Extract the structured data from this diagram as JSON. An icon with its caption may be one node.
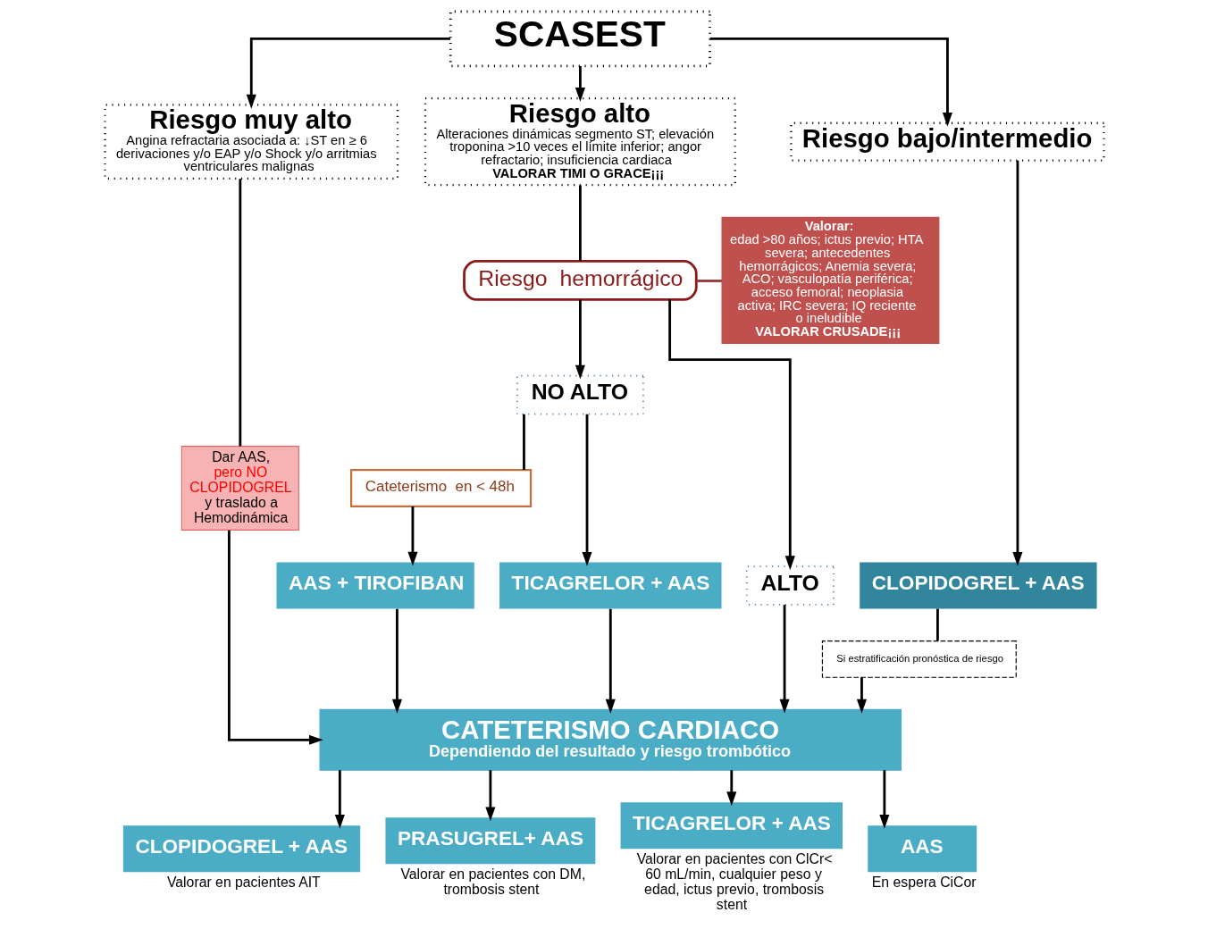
{
  "diagram": {
    "nodes": [
      {
        "text": [
          "SCASEST"
        ]
      },
      {
        "text": [
          "Riesgo muy alto",
          "Angina refractaria asociada a: ↓ST en ≥ 6 derivaciones y/o EAP y/o Shock y/o arritmias ventriculares malignas"
        ]
      },
      {
        "text": [
          "Riesgo alto",
          "Alteraciones dinámicas segmento ST; elevación troponina >10 veces el límite inferior; angor refractario; insuficiencia cardiaca",
          "VALORAR TIMI O GRACE¡¡¡"
        ]
      },
      {
        "text": [
          "Riesgo bajo/intermedio"
        ]
      },
      {
        "text": [
          "Dar AAS,",
          "pero NO CLOPIDOGREL",
          "y traslado a Hemodinámica"
        ]
      },
      {
        "text": [
          "Riesgo  hemorrágico"
        ]
      },
      {
        "text": [
          "Valorar:",
          "edad >80 años; ictus previo; HTA severa; antecedentes hemorrágicos; Anemia severa; ACO; vasculopatía periférica; acceso femoral; neoplasia activa; IRC severa; IQ reciente o ineludible",
          "VALORAR CRUSADE¡¡¡"
        ]
      },
      {
        "text": [
          "NO ALTO"
        ]
      },
      {
        "text": [
          "ALTO"
        ]
      },
      {
        "text": [
          "Cateterismo  en < 48h"
        ]
      },
      {
        "text": [
          "TICAGRELOR + AAS"
        ]
      },
      {
        "text": [
          "AAS + TIROFIBAN"
        ]
      },
      {
        "text": [
          "CLOPIDOGREL + AAS"
        ]
      },
      {
        "text": [
          "Si estratificación pronóstica de riesgo"
        ]
      },
      {
        "text": [
          "CATETERISMO CARDIACO",
          "Dependiendo del resultado y riesgo trombótico"
        ]
      },
      {
        "text": [
          "CLOPIDOGREL + AAS"
        ],
        "beside": [
          "Valorar en pacientes AIT"
        ]
      },
      {
        "text": [
          "PRASUGREL+ AAS"
        ],
        "beside": [
          "Valorar en pacientes con DM, trombosis stent"
        ]
      },
      {
        "text": [
          "TICAGRELOR + AAS"
        ],
        "beside": [
          "Valorar en pacientes con ClCr< 60 mL/min, cualquier peso y edad, ictus previo, trombosis stent"
        ]
      },
      {
        "text": [
          "AAS"
        ],
        "beside": [
          "En espera CiCor"
        ]
      }
    ],
    "edges": [
      {
        "from": 0,
        "to": 1,
        "arrow": "to"
      },
      {
        "from": 0,
        "to": 2,
        "arrow": "to"
      },
      {
        "from": 0,
        "to": 3,
        "arrow": "to"
      },
      {
        "from": 1,
        "to": 4,
        "arrow": "none"
      },
      {
        "from": 4,
        "to": 14,
        "arrow": "to"
      },
      {
        "from": 2,
        "to": 5,
        "arrow": "none"
      },
      {
        "from": 5,
        "to": 6,
        "arrow": "none",
        "color": "#953735"
      },
      {
        "from": 5,
        "to": 7,
        "arrow": "to"
      },
      {
        "from": 5,
        "to": 8,
        "arrow": "to"
      },
      {
        "from": 7,
        "to": 10,
        "arrow": "to"
      },
      {
        "from": 7,
        "to": 9,
        "arrow": "none"
      },
      {
        "from": 9,
        "to": 11,
        "arrow": "to"
      },
      {
        "from": 8,
        "to": 14,
        "arrow": "to"
      },
      {
        "from": 3,
        "to": 12,
        "arrow": "to"
      },
      {
        "from": 10,
        "to": 14,
        "arrow": "to"
      },
      {
        "from": 11,
        "to": 14,
        "arrow": "to"
      },
      {
        "from": 12,
        "to": 13,
        "arrow": "none"
      },
      {
        "from": 13,
        "to": 14,
        "arrow": "to"
      },
      {
        "from": 14,
        "to": 15,
        "arrow": "to"
      },
      {
        "from": 14,
        "to": 16,
        "arrow": "to"
      },
      {
        "from": 14,
        "to": 17,
        "arrow": "to"
      },
      {
        "from": 14,
        "to": 18,
        "arrow": "to"
      }
    ]
  }
}
